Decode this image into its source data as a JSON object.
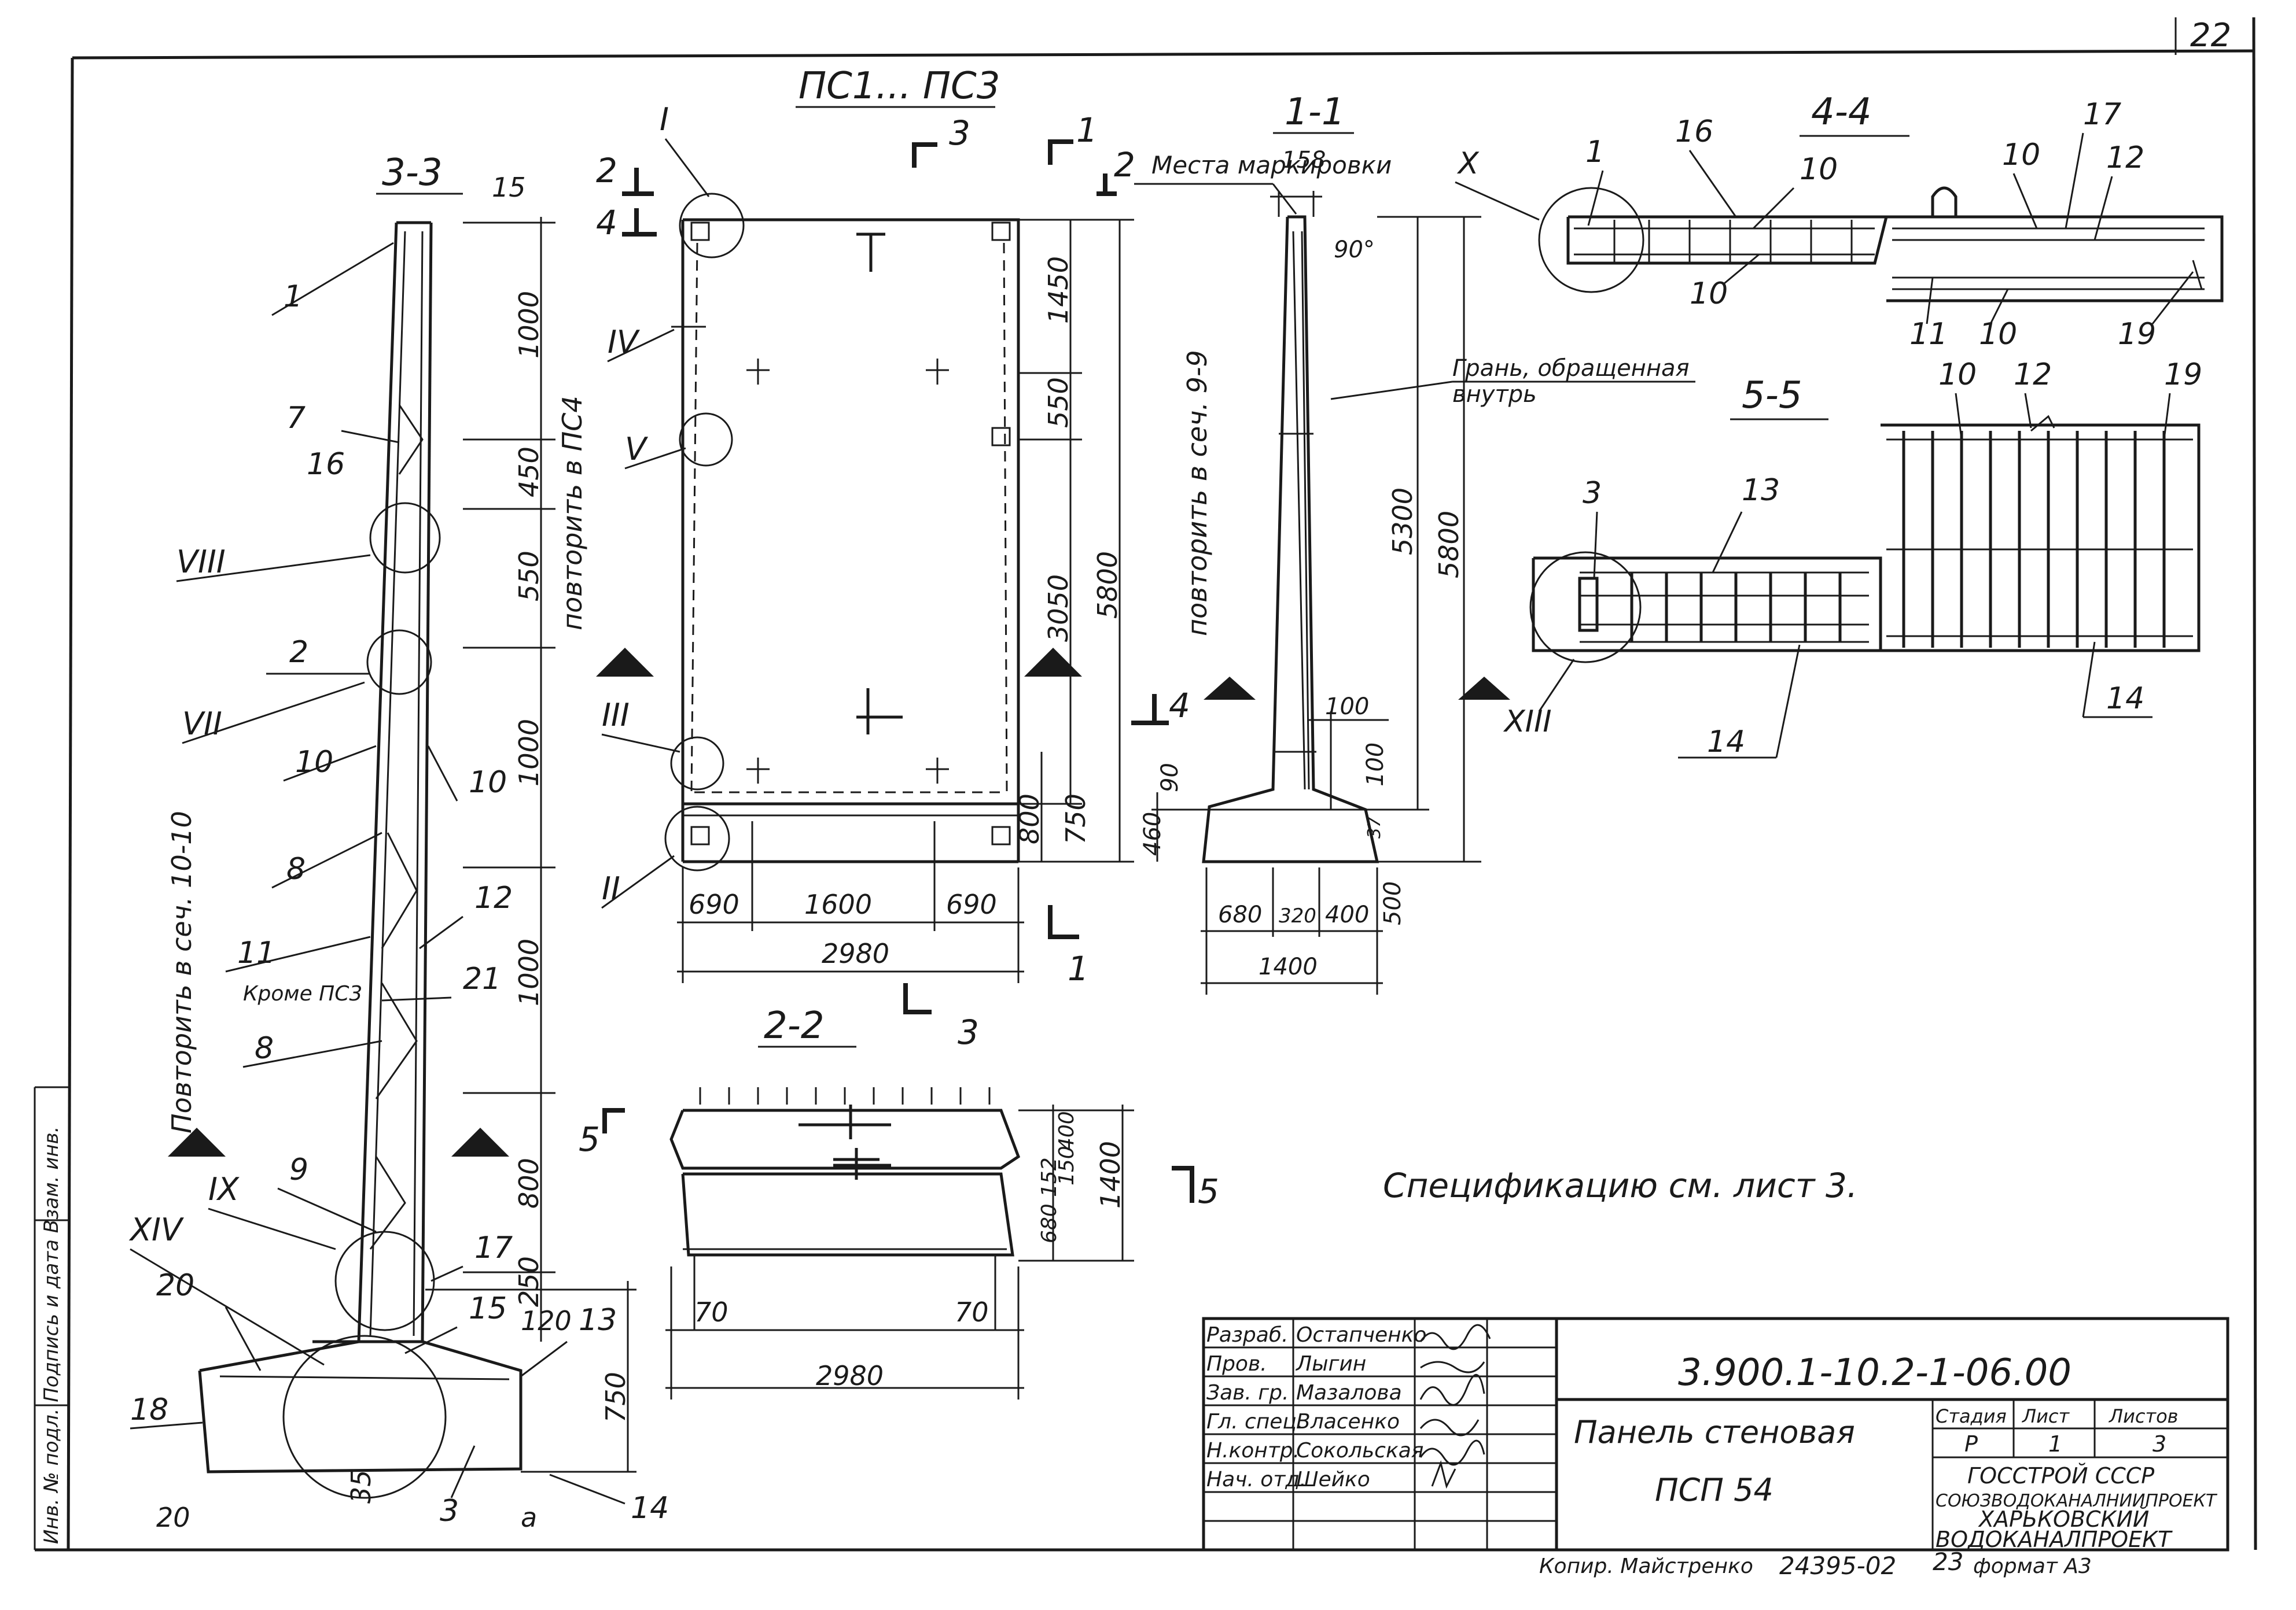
{
  "sheet_number": "22",
  "group_title": "ПС1... ПС3",
  "sections": {
    "s33": "3-3",
    "s22": "2-2",
    "s11": "1-1",
    "s44": "4-4",
    "s55": "5-5"
  },
  "cut_markers": [
    "3",
    "3",
    "1",
    "1",
    "2",
    "2",
    "4",
    "4",
    "5",
    "5"
  ],
  "roman": [
    "I",
    "II",
    "III",
    "IV",
    "V",
    "VII",
    "VIII",
    "IX",
    "X",
    "XIII",
    "XIV"
  ],
  "positions": [
    "1",
    "2",
    "3",
    "7",
    "8",
    "8",
    "9",
    "10",
    "10",
    "10",
    "10",
    "10",
    "10",
    "11",
    "12",
    "12",
    "12",
    "13",
    "13",
    "14",
    "14",
    "14",
    "15",
    "16",
    "16",
    "17",
    "17",
    "18",
    "19",
    "19",
    "20",
    "21"
  ],
  "dims_33": [
    "15",
    "1000",
    "450",
    "550",
    "1000",
    "1000",
    "800",
    "250",
    "750",
    "120",
    "20",
    "35",
    "a"
  ],
  "dims_11": [
    "158",
    "90°",
    "5300",
    "5800",
    "100",
    "100",
    "37",
    "500",
    "90",
    "460",
    "680",
    "320",
    "400",
    "1400"
  ],
  "dims_panel": [
    "1450",
    "550",
    "3050",
    "5800",
    "800",
    "750",
    "690",
    "1600",
    "690",
    "2980"
  ],
  "dims_22": [
    "400",
    "150",
    "152",
    "680",
    "1400",
    "70",
    "70",
    "2980"
  ],
  "notes": {
    "repeat_ps4": "повторить в ПС4",
    "repeat_10_10": "Повторить в сеч. 10-10",
    "repeat_9_9": "повторить в сеч. 9-9",
    "except_ps3": "Кроме ПС3",
    "marking_places": "Места маркировки",
    "inner_face_1": "Грань, обращенная",
    "inner_face_2": "внутрь",
    "spec": "Спецификацию см. лист 3."
  },
  "title_block": {
    "roles": [
      "Разраб.",
      "Пров.",
      "Зав. гр.",
      "Гл. спец.",
      "Н.контр.",
      "Нач. отд."
    ],
    "names": [
      "Остапченко",
      "Лыгин",
      "Мазалова",
      "Власенко",
      "Сокольская",
      "Шейко"
    ],
    "doc_code": "3.900.1-10.2-1-06.00",
    "title_1": "Панель   стеновая",
    "title_2": "ПСП 54",
    "h_stage": "Стадия",
    "h_sheet": "Лист",
    "h_sheets": "Листов",
    "v_stage": "Р",
    "v_sheet": "1",
    "v_sheets": "3",
    "org_1": "ГОССТРОЙ СССР",
    "org_2": "СОЮЗВОДОКАНАЛНИИПРОЕКТ",
    "org_3": "ХАРЬКОВСКИЙ",
    "org_4": "ВОДОКАНАЛПРОЕКТ"
  },
  "footer": {
    "copied": "Копир. Майстренко",
    "order": "24395-02",
    "page": "23",
    "format": "формат А3"
  },
  "side_stamp": "Инв. № подл.   Подпись и дата   Взам. инв."
}
